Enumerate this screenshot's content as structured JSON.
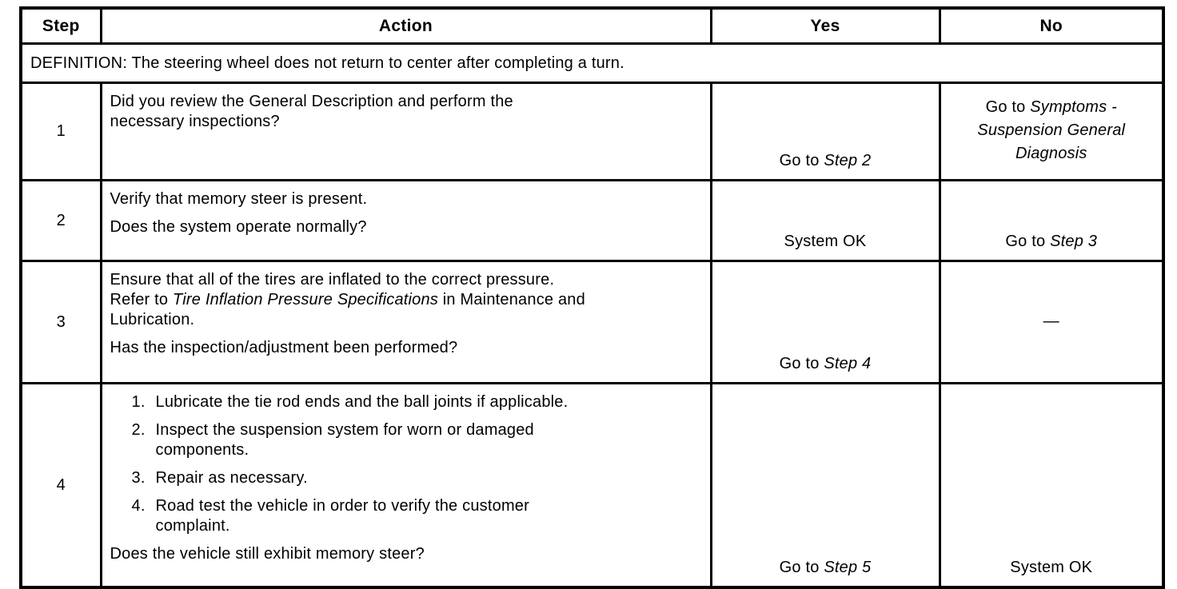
{
  "colors": {
    "background": "#ffffff",
    "border": "#000000",
    "text": "#000000"
  },
  "table": {
    "headers": [
      {
        "key": "step",
        "label": "Step"
      },
      {
        "key": "action",
        "label": "Action"
      },
      {
        "key": "yes",
        "label": "Yes"
      },
      {
        "key": "no",
        "label": "No"
      }
    ],
    "definition": "DEFINITION: The steering wheel does not return to center after completing a turn.",
    "rows": [
      {
        "step": "1",
        "action": [
          {
            "kind": "p",
            "segments": [
              {
                "t": "Did you review the General Description and perform the",
                "br": true
              },
              {
                "t": "necessary inspections?"
              }
            ]
          }
        ],
        "yes": {
          "valign": "bottom",
          "segments": [
            {
              "t": "Go to "
            },
            {
              "t": "Step 2",
              "i": true
            }
          ]
        },
        "no": {
          "valign": "middle",
          "segments": [
            {
              "t": "Go to "
            },
            {
              "t": "Symptoms -",
              "i": true,
              "br": true
            },
            {
              "t": "Suspension General",
              "i": true,
              "br": true
            },
            {
              "t": "Diagnosis",
              "i": true
            }
          ]
        }
      },
      {
        "step": "2",
        "action": [
          {
            "kind": "p",
            "segments": [
              {
                "t": "Verify that memory steer is present."
              }
            ]
          },
          {
            "kind": "p",
            "segments": [
              {
                "t": "Does the system operate normally?"
              }
            ]
          }
        ],
        "yes": {
          "valign": "bottom",
          "segments": [
            {
              "t": "System OK"
            }
          ]
        },
        "no": {
          "valign": "bottom",
          "segments": [
            {
              "t": "Go to "
            },
            {
              "t": "Step 3",
              "i": true
            }
          ]
        }
      },
      {
        "step": "3",
        "action": [
          {
            "kind": "p",
            "segments": [
              {
                "t": "Ensure that all of the tires are inflated to the correct pressure.",
                "br": true
              },
              {
                "t": "Refer to "
              },
              {
                "t": "Tire Inflation Pressure Specifications",
                "i": true
              },
              {
                "t": " in Maintenance and",
                "br": true
              },
              {
                "t": "Lubrication."
              }
            ]
          },
          {
            "kind": "p",
            "segments": [
              {
                "t": "Has the inspection/adjustment been performed?"
              }
            ]
          }
        ],
        "yes": {
          "valign": "bottom",
          "segments": [
            {
              "t": "Go to "
            },
            {
              "t": "Step 4",
              "i": true
            }
          ]
        },
        "no": {
          "valign": "middle",
          "segments": [
            {
              "t": "—"
            }
          ]
        }
      },
      {
        "step": "4",
        "action": [
          {
            "kind": "li",
            "num": "1.",
            "segments": [
              {
                "t": "Lubricate the tie rod ends and the ball joints if applicable."
              }
            ]
          },
          {
            "kind": "li",
            "num": "2.",
            "segments": [
              {
                "t": "Inspect the suspension system for worn or damaged",
                "br": true
              },
              {
                "t": "components."
              }
            ]
          },
          {
            "kind": "li",
            "num": "3.",
            "segments": [
              {
                "t": "Repair as necessary."
              }
            ]
          },
          {
            "kind": "li",
            "num": "4.",
            "segments": [
              {
                "t": "Road test the vehicle in order to verify the customer",
                "br": true
              },
              {
                "t": "complaint."
              }
            ]
          },
          {
            "kind": "p",
            "segments": [
              {
                "t": "Does the vehicle still exhibit memory steer?"
              }
            ]
          }
        ],
        "yes": {
          "valign": "bottom",
          "segments": [
            {
              "t": "Go to "
            },
            {
              "t": "Step 5",
              "i": true
            }
          ]
        },
        "no": {
          "valign": "bottom",
          "segments": [
            {
              "t": "System OK"
            }
          ]
        }
      }
    ]
  }
}
